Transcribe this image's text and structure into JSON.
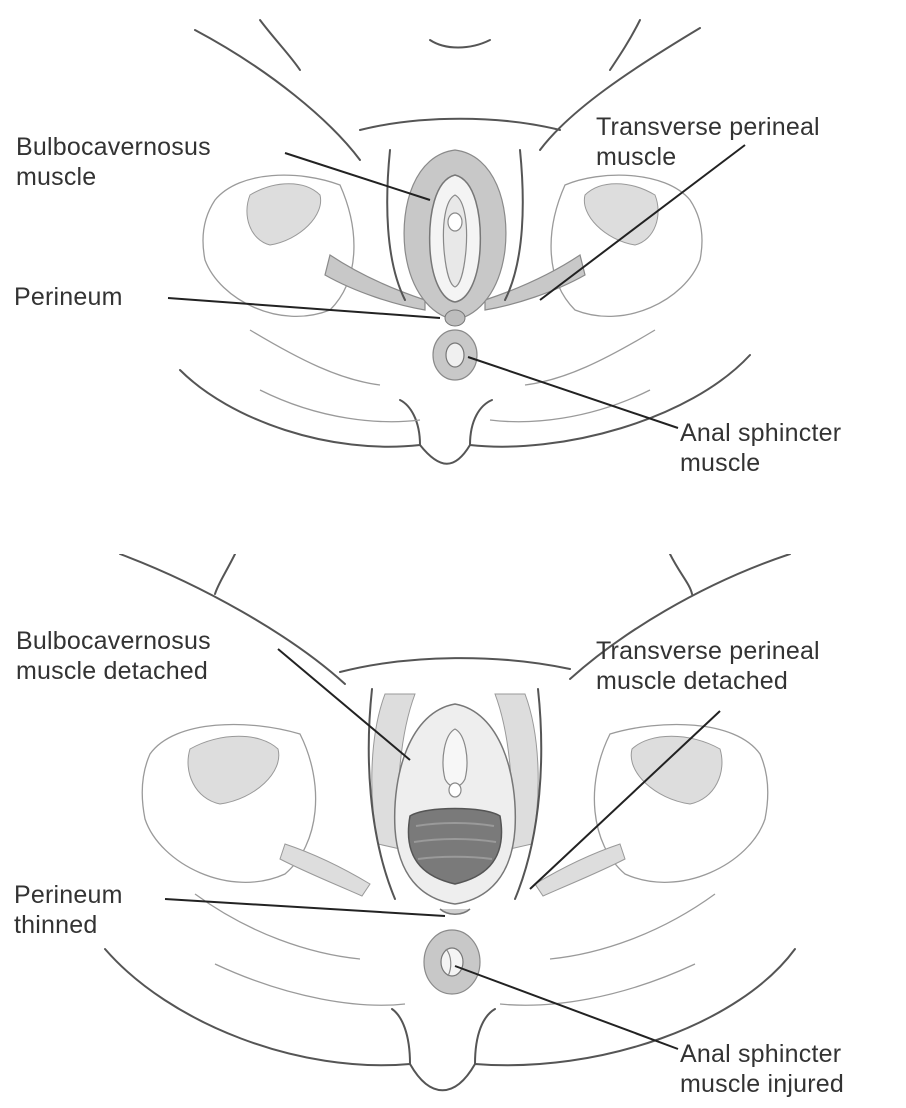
{
  "diagram": {
    "top": {
      "labels": {
        "bulbocavernosus": [
          "Bulbocavernosus",
          "muscle"
        ],
        "transverse": [
          "Transverse perineal",
          "muscle"
        ],
        "perineum": [
          "Perineum"
        ],
        "anal": [
          "Anal sphincter",
          "muscle"
        ]
      }
    },
    "bottom": {
      "labels": {
        "bulbocavernosus": [
          "Bulbocavernosus",
          "muscle detached"
        ],
        "transverse": [
          "Transverse perineal",
          "muscle detached"
        ],
        "perineum": [
          "Perineum",
          "thinned"
        ],
        "anal": [
          "Anal sphincter",
          "muscle injured"
        ]
      }
    }
  }
}
